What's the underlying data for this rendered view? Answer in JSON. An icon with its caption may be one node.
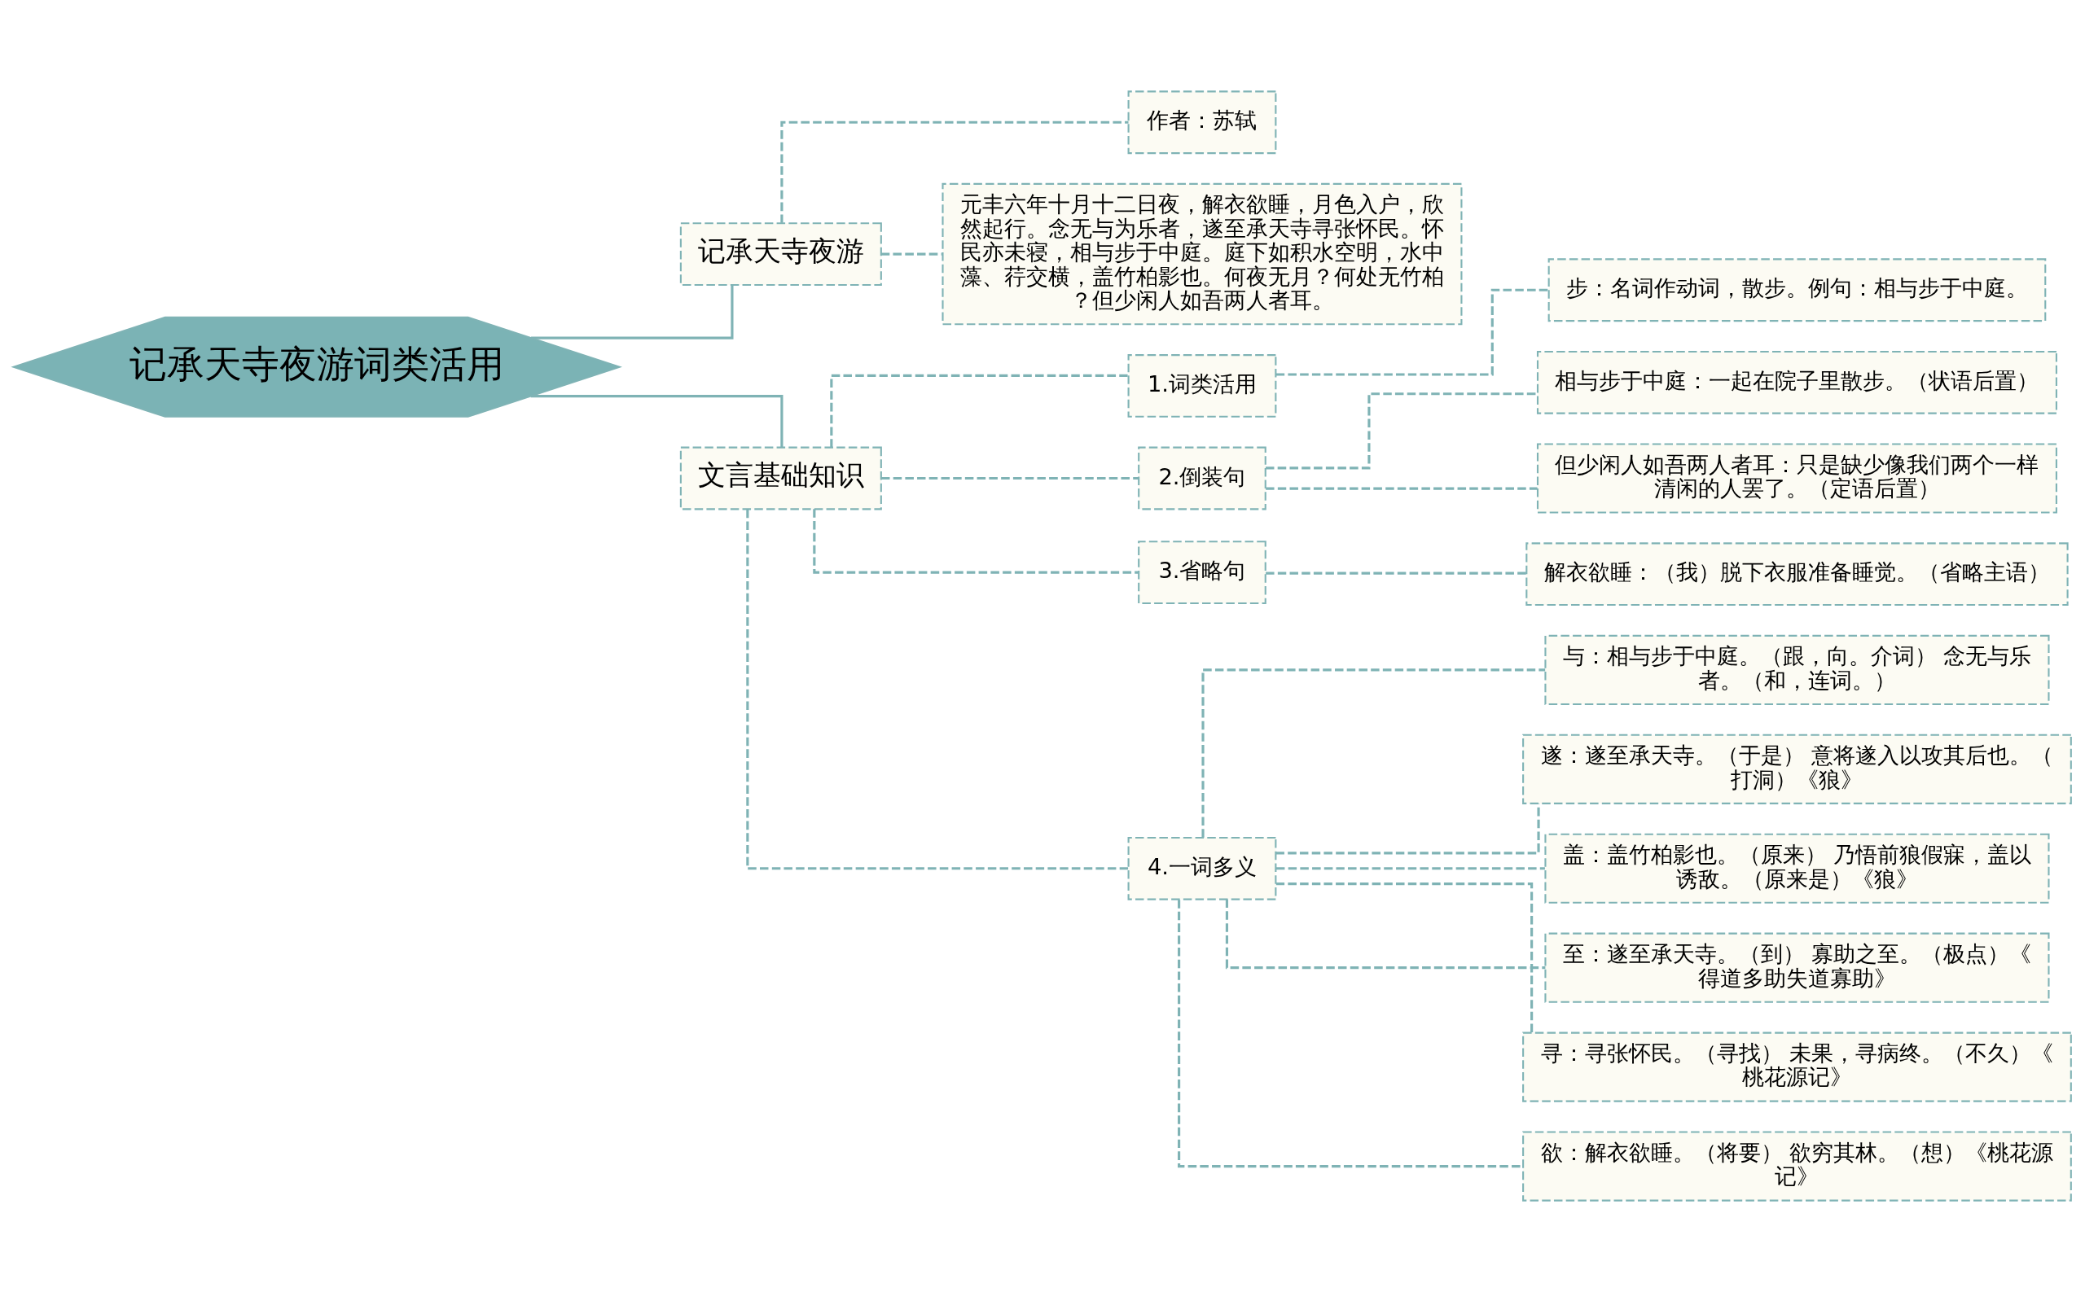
{
  "diagram": {
    "nodes": [
      {
        "text": [
          "记承天寺夜游词类活用"
        ]
      },
      {
        "text": [
          "记承天寺夜游"
        ]
      },
      {
        "text": [
          "作者：苏轼"
        ]
      },
      {
        "text": [
          "元丰六年十月十二日夜，解衣欲睡，月色入户，欣然起行。念无与为乐者，遂至承天寺寻张怀民。怀民亦未寝，相与步于中庭。庭下如积水空明，水中藻、荇交横，盖竹柏影也。何夜无月？何处无竹柏？但少闲人如吾两人者耳。"
        ]
      },
      {
        "text": [
          "文言基础知识"
        ]
      },
      {
        "text": [
          "1.词类活用"
        ]
      },
      {
        "text": [
          "步：名词作动词，散步。例句：相与步于中庭。"
        ]
      },
      {
        "text": [
          "2.倒装句"
        ]
      },
      {
        "text": [
          "相与步于中庭：一起在院子里散步。（状语后置）"
        ]
      },
      {
        "text": [
          "但少闲人如吾两人者耳：只是缺少像我们两个一样清闲的人罢了。（定语后置）"
        ]
      },
      {
        "text": [
          "3.省略句"
        ]
      },
      {
        "text": [
          "解衣欲睡：（我）脱下衣服准备睡觉。（省略主语）"
        ]
      },
      {
        "text": [
          "4.一词多义"
        ]
      },
      {
        "text": [
          "与：相与步于中庭。（跟，向。介词） 念无与乐者。（和，连词。）"
        ]
      },
      {
        "text": [
          "遂：遂至承天寺。（于是） 意将遂入以攻其后也。（打洞）《狼》"
        ]
      },
      {
        "text": [
          "盖：盖竹柏影也。（原来） 乃悟前狼假寐，盖以诱敌。（原来是）《狼》"
        ]
      },
      {
        "text": [
          "至：遂至承天寺。（到） 寡助之至。（极点）《得道多助失道寡助》"
        ]
      },
      {
        "text": [
          "寻：寻张怀民。（寻找） 未果，寻病终。（不久）《桃花源记》"
        ]
      },
      {
        "text": [
          "欲：解衣欲睡。（将要） 欲穷其林。（想）《桃花源记》"
        ]
      }
    ],
    "edges": [
      {
        "from": 0,
        "to": 1,
        "arrow": "none"
      },
      {
        "from": 1,
        "to": 2,
        "arrow": "none",
        "style": "dashed"
      },
      {
        "from": 1,
        "to": 3,
        "arrow": "none",
        "style": "dashed"
      },
      {
        "from": 0,
        "to": 4,
        "arrow": "none"
      },
      {
        "from": 4,
        "to": 5,
        "arrow": "none",
        "style": "dashed"
      },
      {
        "from": 5,
        "to": 6,
        "arrow": "none",
        "style": "dashed"
      },
      {
        "from": 4,
        "to": 7,
        "arrow": "none",
        "style": "dashed"
      },
      {
        "from": 7,
        "to": 8,
        "arrow": "none",
        "style": "dashed"
      },
      {
        "from": 7,
        "to": 9,
        "arrow": "none",
        "style": "dashed"
      },
      {
        "from": 4,
        "to": 10,
        "arrow": "none",
        "style": "dashed"
      },
      {
        "from": 10,
        "to": 11,
        "arrow": "none",
        "style": "dashed"
      },
      {
        "from": 4,
        "to": 12,
        "arrow": "none",
        "style": "dashed"
      },
      {
        "from": 12,
        "to": 13,
        "arrow": "none",
        "style": "dashed"
      },
      {
        "from": 12,
        "to": 14,
        "arrow": "none",
        "style": "dashed"
      },
      {
        "from": 12,
        "to": 15,
        "arrow": "none",
        "style": "dashed"
      },
      {
        "from": 12,
        "to": 16,
        "arrow": "none",
        "style": "dashed"
      },
      {
        "from": 12,
        "to": 17,
        "arrow": "none",
        "style": "dashed"
      },
      {
        "from": 12,
        "to": 18,
        "arrow": "none",
        "style": "dashed"
      }
    ]
  }
}
